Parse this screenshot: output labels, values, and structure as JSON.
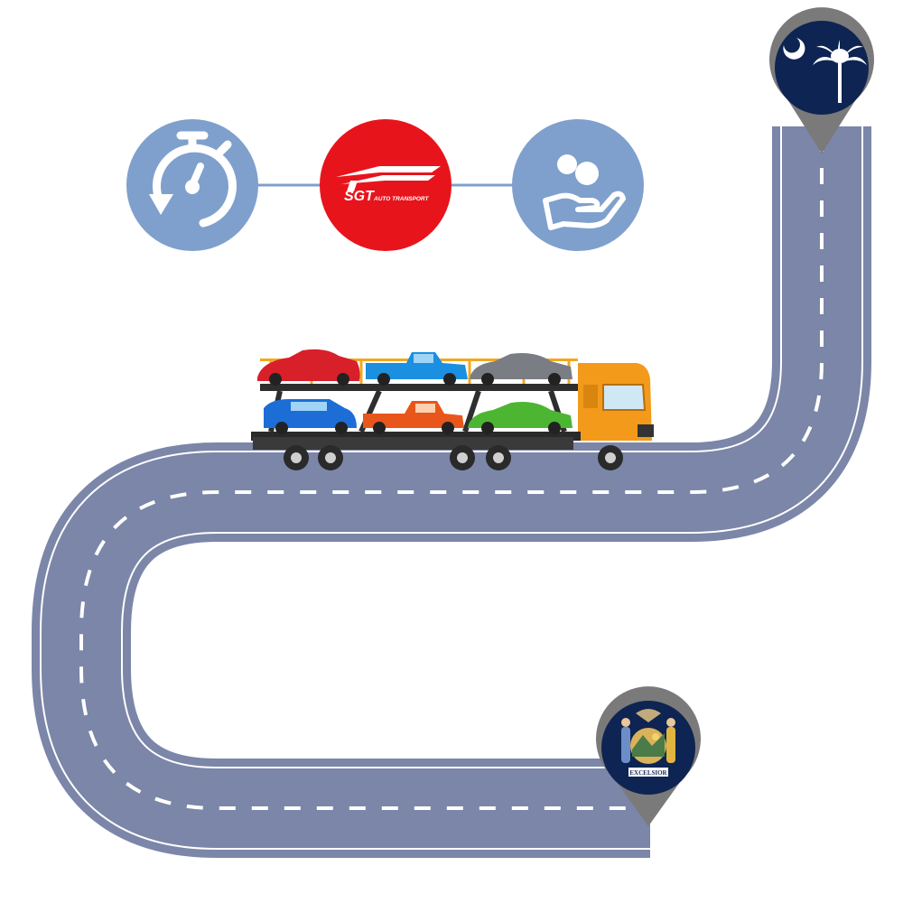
{
  "logo": {
    "main_text": "SGT",
    "sub_text": "AUTO TRANSPORT"
  },
  "icons": [
    {
      "name": "stopwatch-icon"
    },
    {
      "name": "sgt-logo-icon"
    },
    {
      "name": "hand-coins-icon"
    }
  ],
  "origin_marker": {
    "flag": "palmetto-crescent-flag-icon"
  },
  "destination_marker": {
    "flag": "state-seal-icon",
    "motto": "EXCELSIOR"
  },
  "colors": {
    "road": "#7b86a8",
    "road_stripe": "#ffffff",
    "circle_blue": "#7fa0cc",
    "logo_red": "#e8141c",
    "pin_gray": "#7a7a7a",
    "flag_navy": "#0e2452",
    "truck_orange": "#f39a1a"
  }
}
